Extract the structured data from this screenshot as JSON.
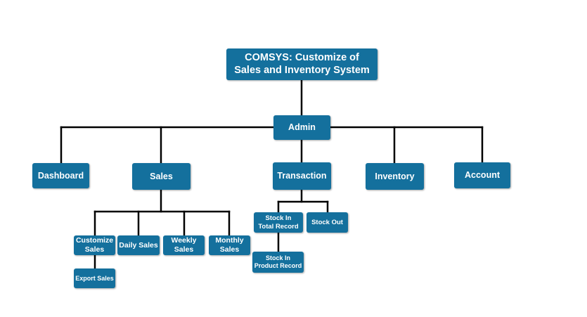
{
  "diagram": {
    "nodes": {
      "root": "COMSYS: Customize of\nSales and Inventory System",
      "admin": "Admin",
      "dashboard": "Dashboard",
      "sales": "Sales",
      "transaction": "Transaction",
      "inventory": "Inventory",
      "account": "Account",
      "customize_sales": "Customize\nSales",
      "daily_sales": "Daily Sales",
      "weekly_sales": "Weekly\nSales",
      "monthly_sales": "Monthly\nSales",
      "export_sales": "Export Sales",
      "stock_in_total": "Stock In\nTotal Record",
      "stock_out": "Stock Out",
      "stock_in_product": "Stock In\nProduct Record"
    },
    "colors": {
      "node_fill": "#14709d",
      "node_text": "#ffffff",
      "connector": "#000000"
    }
  }
}
